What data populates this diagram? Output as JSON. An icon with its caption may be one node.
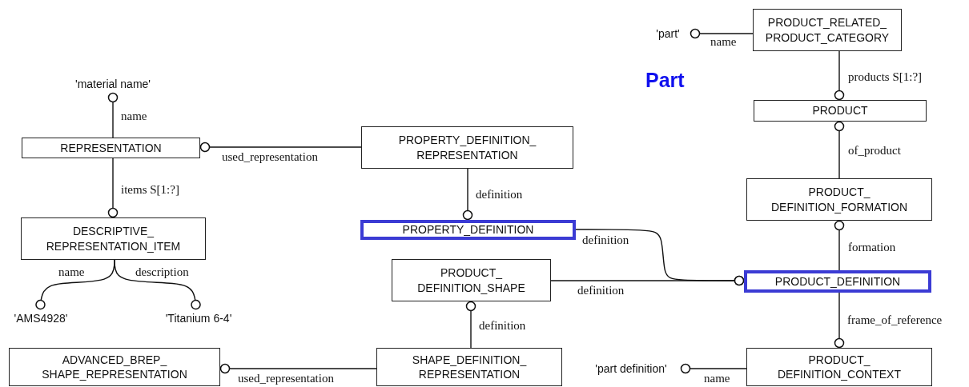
{
  "diagram": {
    "nodes": [
      {
        "text": [
          "'part'"
        ]
      },
      {
        "text": [
          "PRODUCT_RELATED_ PRODUCT_CATEGORY"
        ]
      },
      {
        "text": [
          "'material name'"
        ]
      },
      {
        "text": [
          "REPRESENTATION"
        ]
      },
      {
        "text": [
          "PROPERTY_DEFINITION_ REPRESENTATION"
        ]
      },
      {
        "text": [
          "PRODUCT"
        ]
      },
      {
        "text": [
          "PRODUCT_ DEFINITION_FORMATION"
        ]
      },
      {
        "text": [
          "DESCRIPTIVE_ REPRESENTATION_ITEM"
        ]
      },
      {
        "text": [
          "PROPERTY_DEFINITION"
        ]
      },
      {
        "text": [
          "PRODUCT_ DEFINITION_SHAPE"
        ]
      },
      {
        "text": [
          "PRODUCT_DEFINITION"
        ]
      },
      {
        "text": [
          "'AMS4928'"
        ]
      },
      {
        "text": [
          "'Titanium 6-4'"
        ]
      },
      {
        "text": [
          "ADVANCED_BREP_ SHAPE_REPRESENTATION"
        ]
      },
      {
        "text": [
          "SHAPE_DEFINITION_ REPRESENTATION"
        ]
      },
      {
        "text": [
          "'part definition'"
        ]
      },
      {
        "text": [
          "PRODUCT_ DEFINITION_CONTEXT"
        ]
      }
    ],
    "edges": [
      {
        "from": 1,
        "to": 0,
        "arrow": "other",
        "label": "name"
      },
      {
        "from": 1,
        "to": 5,
        "arrow": "other",
        "label": "products S[1:?]"
      },
      {
        "from": 3,
        "to": 2,
        "arrow": "other",
        "label": "name"
      },
      {
        "from": 4,
        "to": 3,
        "arrow": "other",
        "label": "used_representation"
      },
      {
        "from": 3,
        "to": 7,
        "arrow": "other",
        "label": "items S[1:?]"
      },
      {
        "from": 6,
        "to": 5,
        "arrow": "other",
        "label": "of_product"
      },
      {
        "from": 4,
        "to": 8,
        "arrow": "other",
        "label": "definition"
      },
      {
        "from": 8,
        "to": 10,
        "arrow": "other",
        "label": "definition"
      },
      {
        "from": 9,
        "to": 10,
        "arrow": "other",
        "label": "definition"
      },
      {
        "from": 10,
        "to": 6,
        "arrow": "other",
        "label": "formation"
      },
      {
        "from": 7,
        "to": 11,
        "arrow": "other",
        "label": "name"
      },
      {
        "from": 7,
        "to": 12,
        "arrow": "other",
        "label": "description"
      },
      {
        "from": 14,
        "to": 9,
        "arrow": "other",
        "label": "definition"
      },
      {
        "from": 14,
        "to": 13,
        "arrow": "other",
        "label": "used_representation"
      },
      {
        "from": 10,
        "to": 16,
        "arrow": "other",
        "label": "frame_of_reference"
      },
      {
        "from": 16,
        "to": 15,
        "arrow": "other",
        "label": "name"
      }
    ],
    "labels": [
      "Part"
    ]
  }
}
